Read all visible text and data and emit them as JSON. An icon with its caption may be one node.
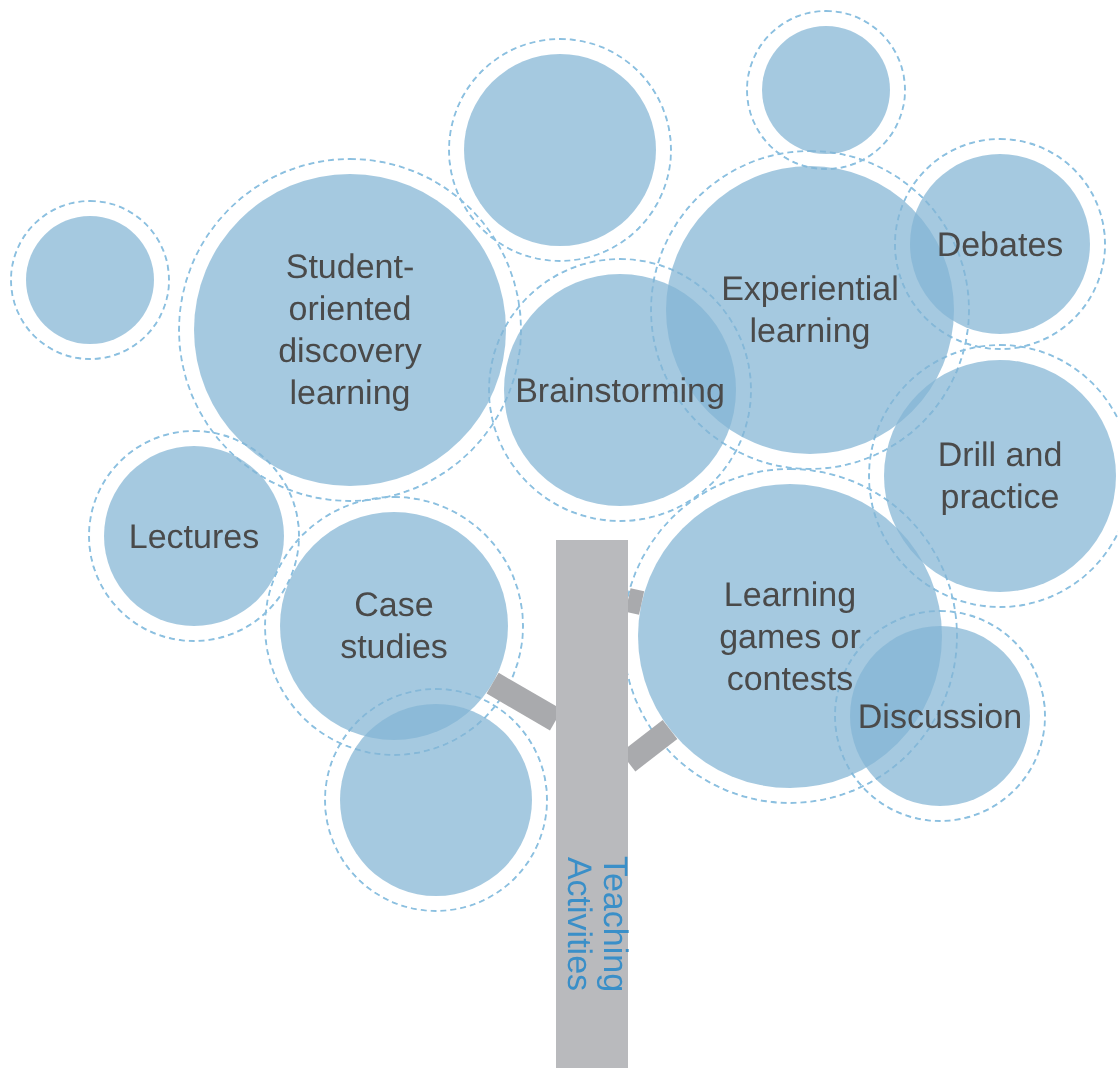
{
  "diagram": {
    "nodes": [
      {
        "text": [],
        "shape": "circle"
      },
      {
        "text": [
          "Student-oriented discovery learning"
        ]
      },
      {
        "text": [],
        "shape": "circle"
      },
      {
        "text": [],
        "shape": "circle"
      },
      {
        "text": [
          "Experiential learning"
        ]
      },
      {
        "text": [
          "Debates"
        ]
      },
      {
        "text": [
          "Brainstorming"
        ]
      },
      {
        "text": [
          "Drill and practice"
        ]
      },
      {
        "text": [
          "Lectures"
        ]
      },
      {
        "text": [
          "Case studies"
        ]
      },
      {
        "text": [
          "Learning games or contests"
        ]
      },
      {
        "text": [
          "Discussion"
        ]
      },
      {
        "text": [],
        "shape": "circle"
      },
      {
        "text": [
          "Teaching Activities"
        ]
      }
    ],
    "edges": [
      {
        "from": 13,
        "to": 9,
        "arrow": "none"
      },
      {
        "from": 13,
        "to": 10,
        "arrow": "none"
      },
      {
        "from": 13,
        "to": 10,
        "arrow": "none"
      }
    ]
  }
}
